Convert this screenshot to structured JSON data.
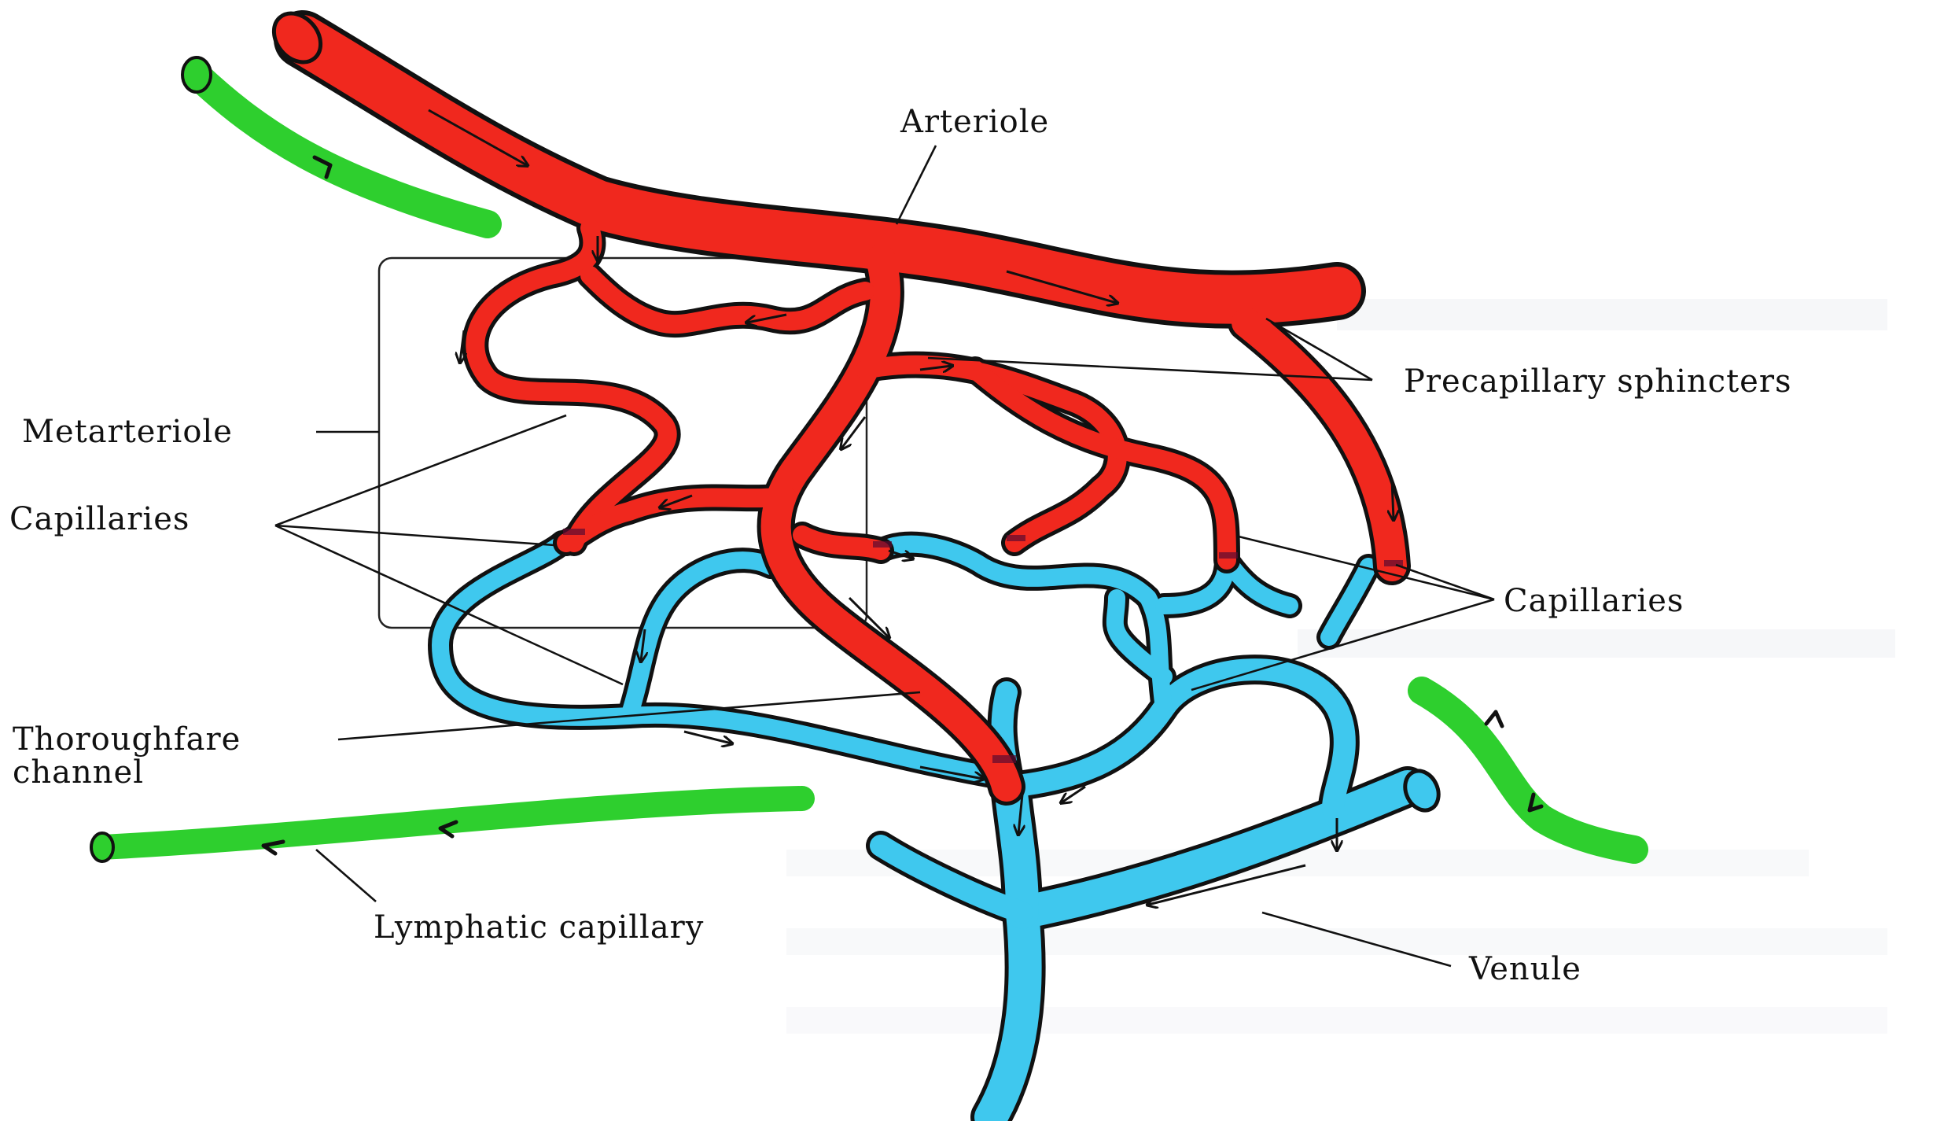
{
  "colors": {
    "arteriole": "#f0281e",
    "venule": "#3fc8ee",
    "lymphatic": "#2ecf2e",
    "outline": "#111111",
    "text": "#111111"
  },
  "labels": {
    "arteriole": "Arteriole",
    "precapillary": "Precapillary sphincters",
    "metarteriole": "Metarteriole",
    "capillaries_left": "Capillaries",
    "capillaries_right": "Capillaries",
    "thoroughfare_line1": "Thoroughfare",
    "thoroughfare_line2": "channel",
    "lymphatic": "Lymphatic capillary",
    "venule": "Venule"
  }
}
